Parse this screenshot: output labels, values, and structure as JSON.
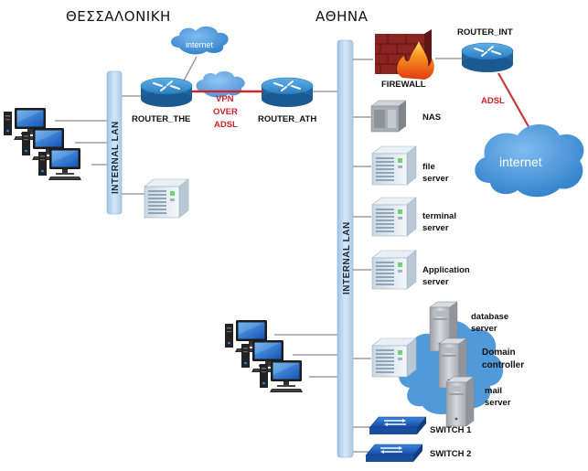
{
  "sites": {
    "thessaloniki": "ΘΕΣΣΑΛΟΝΙΚΗ",
    "athens": "ΑΘΗΝΑ"
  },
  "lans": {
    "the": "INTERNAL LAN",
    "ath": "INTERNAL LAN"
  },
  "routers": {
    "the": "ROUTER_THE",
    "ath": "ROUTER_ATH",
    "int": "ROUTER_INT"
  },
  "clouds": {
    "small": "internet",
    "large": "internet"
  },
  "vpn": {
    "line1": "VPN",
    "line2": "OVER",
    "line3": "ADSL"
  },
  "adsl": "ADSL",
  "firewall": "FIREWALL",
  "servers": {
    "nas": "NAS",
    "file": [
      "file",
      "server"
    ],
    "terminal": [
      "terminal",
      "server"
    ],
    "application": [
      "Application",
      "server"
    ],
    "database": [
      "database",
      "server"
    ],
    "domain": [
      "Domain",
      "controller"
    ],
    "mail": [
      "mail",
      "server"
    ]
  },
  "switches": {
    "s1": "SWITCH 1",
    "s2": "SWITCH 2"
  },
  "colors": {
    "lan_bar": "#b9d4ee",
    "router": "#2f87c9",
    "cloud": "#3d8fd6",
    "vpn_link": "#d0202a",
    "firewall_brick": "#8b2320",
    "switch": "#1f5fb8"
  }
}
